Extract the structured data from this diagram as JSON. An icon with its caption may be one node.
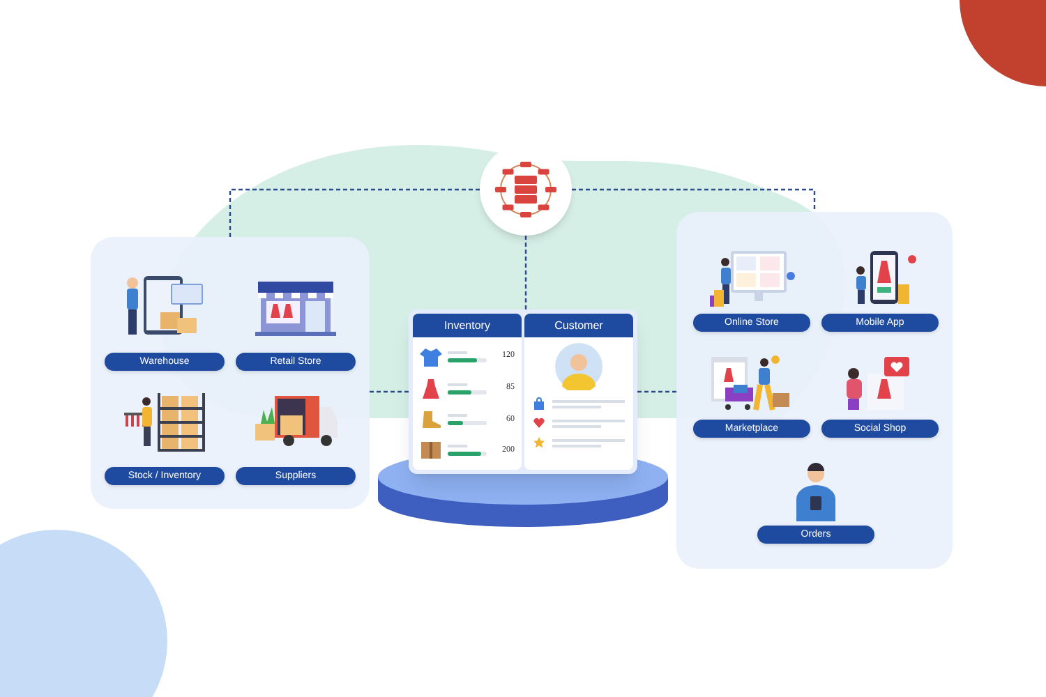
{
  "diagram": {
    "nodes": [
      {
        "text": [],
        "shape": "box"
      },
      {
        "text": [
          "Warehouse"
        ],
        "in": 0
      },
      {
        "text": [
          "Retail Store"
        ],
        "in": 0
      },
      {
        "text": [
          "Stock / Inventory"
        ],
        "in": 0
      },
      {
        "text": [
          "Suppliers"
        ],
        "in": 0
      },
      {
        "text": [],
        "shape": "circle"
      },
      {
        "text": [],
        "shape": "box"
      },
      {
        "text": [
          "Inventory"
        ],
        "in": 6
      },
      {
        "text": [
          "Customer"
        ],
        "in": 6
      },
      {
        "text": [],
        "shape": "box"
      },
      {
        "text": [
          "Online Store"
        ],
        "in": 9
      },
      {
        "text": [
          "Mobile App"
        ],
        "in": 9
      },
      {
        "text": [
          "Marketplace"
        ],
        "in": 9
      },
      {
        "text": [
          "Social Shop"
        ],
        "in": 9
      },
      {
        "text": [
          "Orders"
        ],
        "in": 9
      }
    ],
    "edges": [
      {
        "from": 5,
        "to": 0,
        "arrow": "none",
        "style": "dashed"
      },
      {
        "from": 5,
        "to": 9,
        "arrow": "none",
        "style": "dashed"
      },
      {
        "from": 5,
        "to": 6,
        "arrow": "none",
        "style": "dashed"
      },
      {
        "from": 6,
        "to": 0,
        "arrow": "none",
        "style": "dashed"
      },
      {
        "from": 6,
        "to": 9,
        "arrow": "none",
        "style": "dashed"
      }
    ],
    "labels": [
      "120",
      "85",
      "60",
      "200"
    ]
  }
}
